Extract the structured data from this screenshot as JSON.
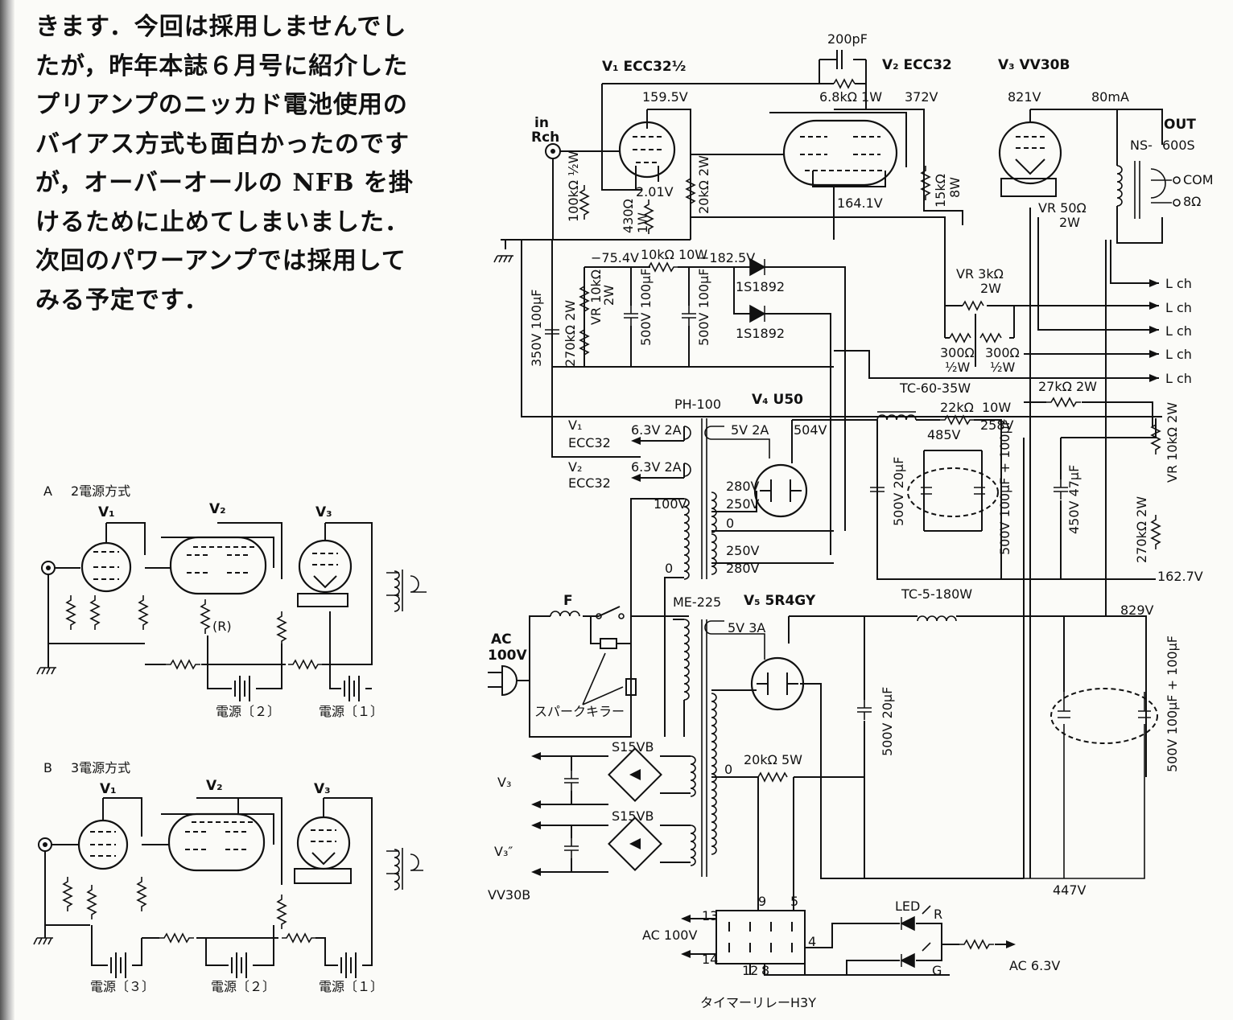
{
  "body_text": [
    "きます．今回は採用しませんでし",
    "たが，昨年本誌６月号に紹介した",
    "プリアンプのニッカド電池使用の",
    "バイアス方式も面白かったのです",
    "が，オーバーオールの NFB を掛",
    "けるために止めてしまいました．",
    "次回のパワーアンプでは採用して",
    "みる予定です．"
  ],
  "fig_a": {
    "title_letter": "A",
    "title": "2電源方式",
    "v1": "V₁",
    "v2": "V₂",
    "v3": "V₃",
    "r_label": "(R)",
    "supply2": "電源〔２〕",
    "supply1": "電源〔１〕"
  },
  "fig_b": {
    "title_letter": "B",
    "title": "3電源方式",
    "v1": "V₁",
    "v2": "V₂",
    "v3": "V₃",
    "supply3": "電源〔３〕",
    "supply2": "電源〔２〕",
    "supply1": "電源〔１〕"
  },
  "schematic": {
    "v1": "V₁ ECC32½",
    "v2": "V₂ ECC32",
    "v3": "V₃ VV30B",
    "c_200pf": "200pF",
    "r_6k8": "6.8kΩ 1W",
    "v_159": "159.5V",
    "v_372": "372V",
    "v_821": "821V",
    "i_80ma": "80mA",
    "out": "OUT",
    "ns": "NS-",
    "ns_600s": "600S",
    "com": "COM",
    "ohm8": "8Ω",
    "in_label": "in",
    "rch": "Rch",
    "v_201": "2.01V",
    "r_100k": "100kΩ ½W",
    "r_430": "430Ω",
    "r_430w": "1W",
    "r_20k": "20kΩ 2W",
    "v_164": "164.1V",
    "r_15k": "15kΩ",
    "r_15kw": "8W",
    "vr_50": "VR 50Ω",
    "vr_50w": "2W",
    "v_m754": "−75.4V",
    "r_10k10w": "10kΩ 10W",
    "v_m1825": "−182.5V",
    "d1": "1S1892",
    "d2": "1S1892",
    "vr_10k": "VR 10kΩ",
    "vr_10kw": "2W",
    "r_270k": "270kΩ 2W",
    "c_500_100": "500V 100μF",
    "c_500_100b": "500V 100μF",
    "c_350_100": "350V 100μF",
    "vr_3k": "VR  3kΩ",
    "vr_3kw": "2W",
    "r_300a": "300Ω",
    "r_300aw": "½W",
    "r_300b": "300Ω",
    "r_300bw": "½W",
    "lch": [
      "L ch",
      "L ch",
      "L ch",
      "L ch",
      "L ch"
    ],
    "tc60": "TC-60-35W",
    "r_27k": "27kΩ 2W",
    "r_22k": "22kΩ",
    "r_22kw": "10W",
    "v_485": "485V",
    "v_258": "258V",
    "ph100": "PH-100",
    "v4": "V₄ U50",
    "v_504": "504V",
    "h_v1": "V₁",
    "h_v1t": "ECC32",
    "h_v2": "V₂",
    "h_v2t": "ECC32",
    "h_63a": "6.3V 2A",
    "h_63b": "6.3V 2A",
    "h_5v2a": "5V 2A",
    "s_280a": "280V",
    "s_250a": "250V",
    "s_0a": "0",
    "s_250b": "250V",
    "s_280b": "280V",
    "p_100v": "100V",
    "p_0": "0",
    "c_500_20a": "500V 20μF",
    "c_500_100p100": "500V 100μF + 100μF",
    "c_450_47": "450V 47μF",
    "vr_10k2": "VR 10kΩ 2W",
    "r_270k2": "270kΩ 2W",
    "v_1627": "162.7V",
    "me225": "ME-225",
    "v5": "V₅ 5R4GY",
    "tc5": "TC-5-180W",
    "v_829": "829V",
    "fuse": "F",
    "ac100": "AC",
    "ac100v": "100V",
    "h_5v3a": "5V 3A",
    "spark": "スパークキラー",
    "c_500_20b": "500V 20μF",
    "c_500_100p100b": "500V 100μF + 100μF",
    "s15vb_a": "S15VB",
    "s15vb_b": "S15VB",
    "v3a": "V₃",
    "v3b": "V₃″",
    "vv30b": "VV30B",
    "s_0b": "0",
    "r_20k5w": "20kΩ 5W",
    "v_447": "447V",
    "pin9": "9",
    "pin5": "5",
    "pin13": "13",
    "pin14": "14",
    "pin4": "4",
    "pin12": "12",
    "pin8": "8",
    "ac100v_relay": "AC 100V",
    "led": "LED",
    "led_r": "R",
    "led_g": "G",
    "ac63": "AC 6.3V",
    "relay": "タイマーリレーH3Y"
  }
}
